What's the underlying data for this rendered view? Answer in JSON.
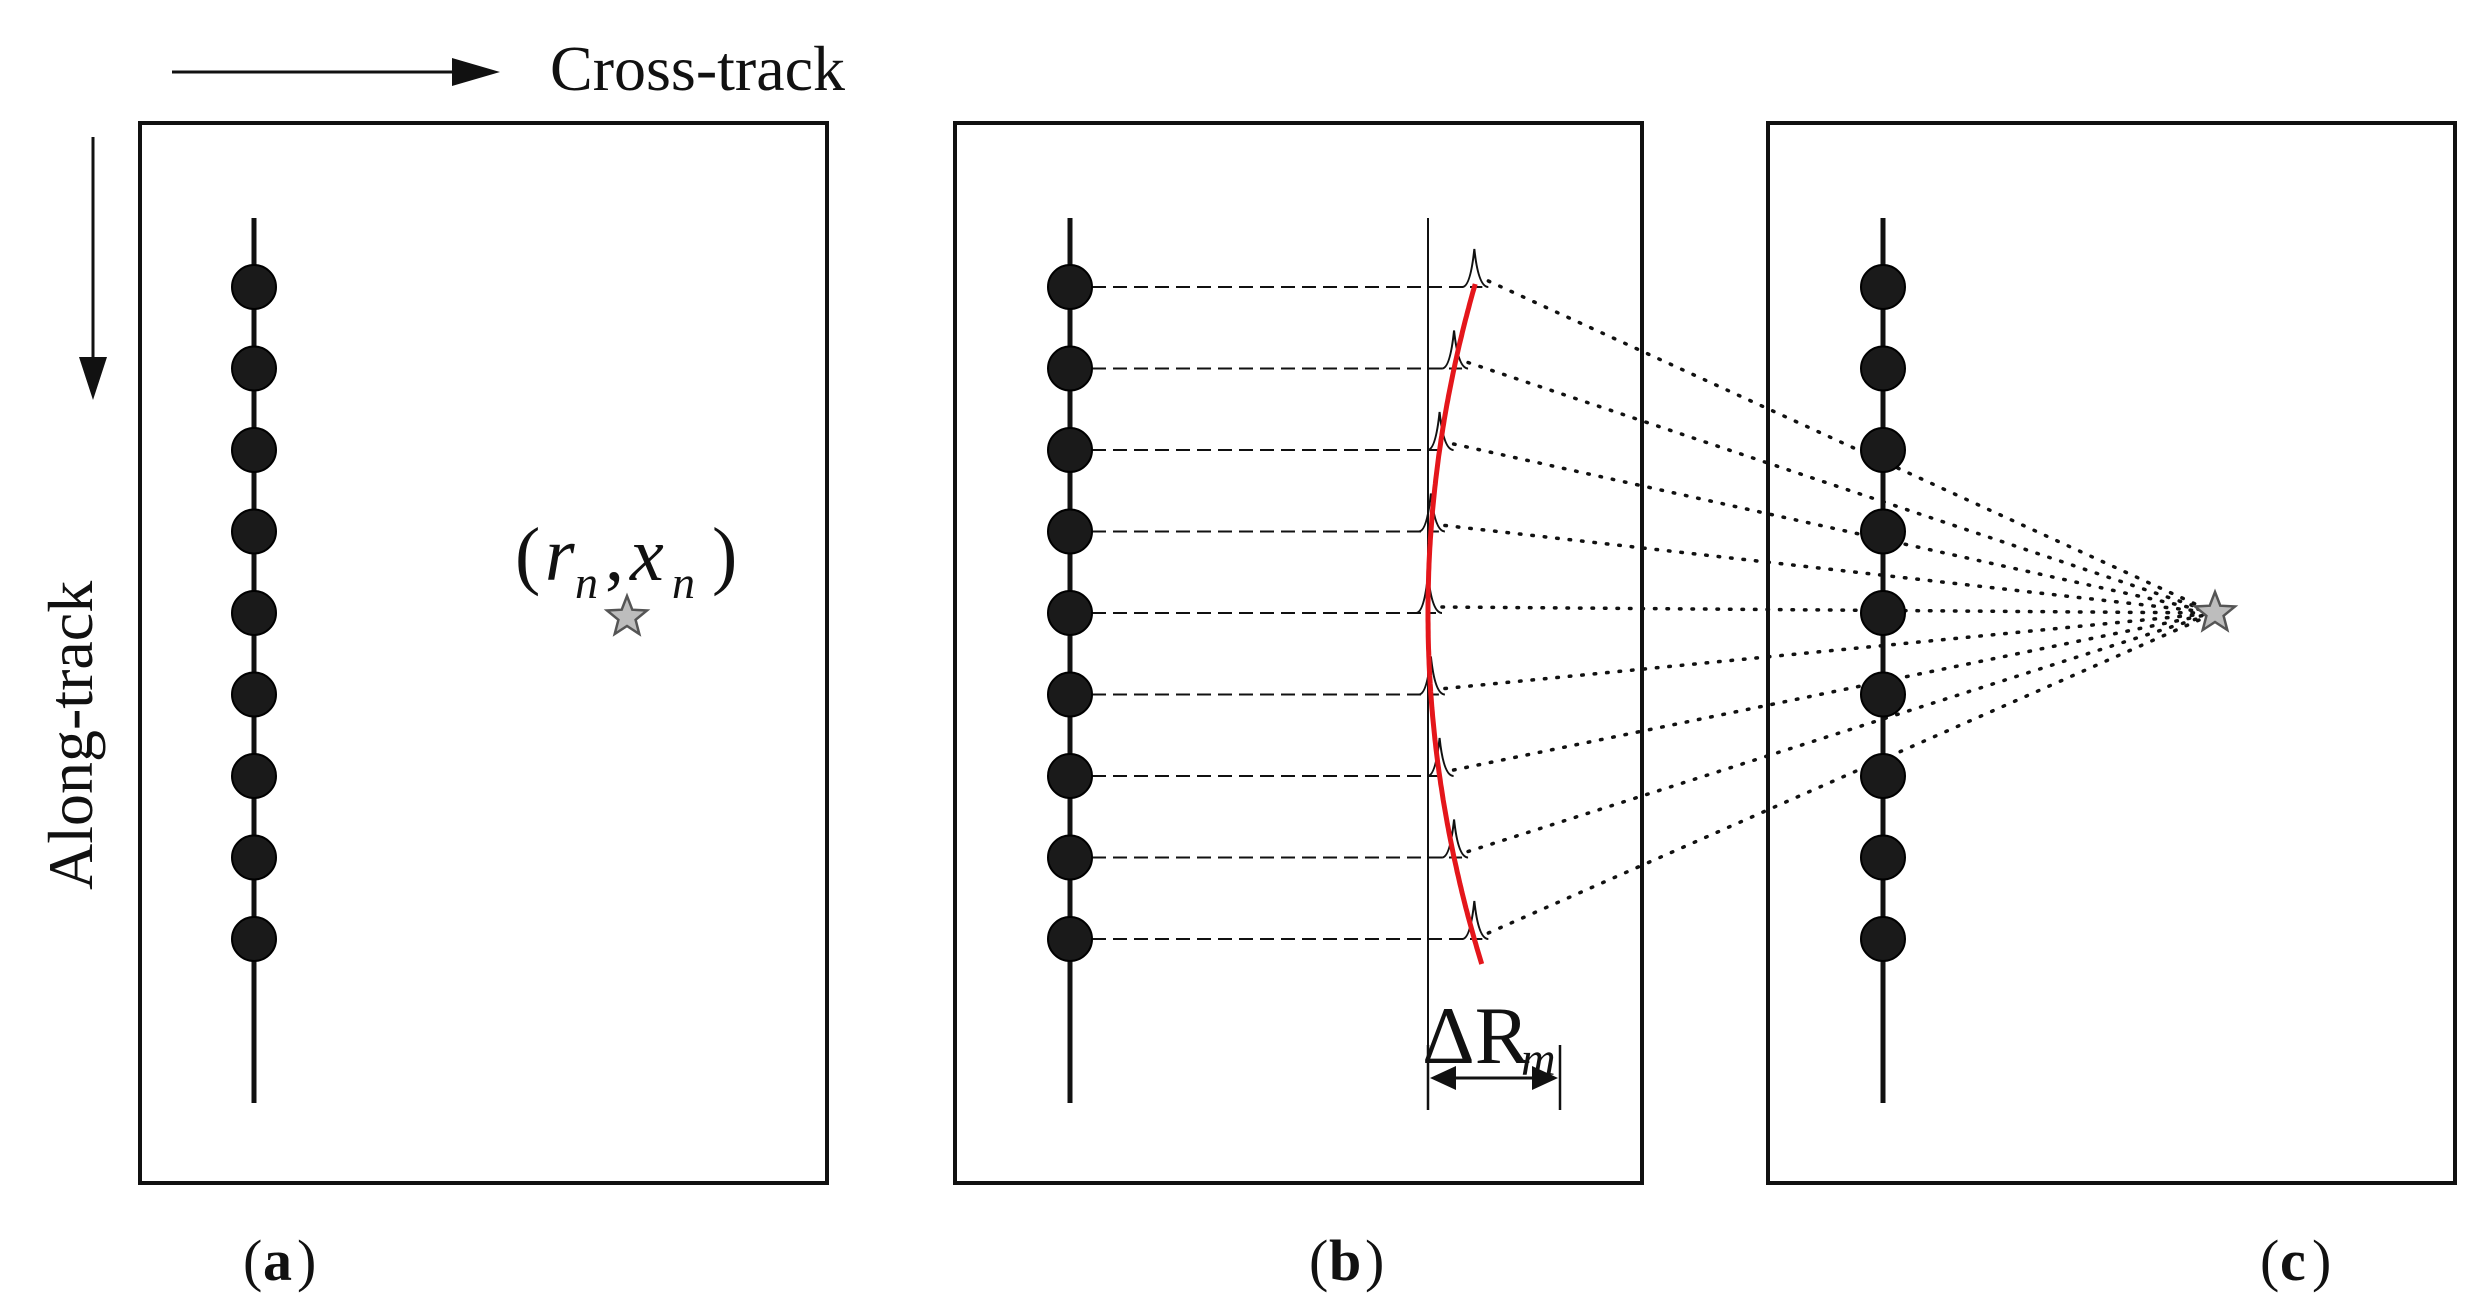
{
  "axes": {
    "cross_track": "Cross-track",
    "along_track": "Along-track"
  },
  "panels": [
    {
      "id": "a",
      "label": "a"
    },
    {
      "id": "b",
      "label": "b"
    },
    {
      "id": "c",
      "label": "c"
    }
  ],
  "target_point": {
    "r": "r",
    "x": "x",
    "sub": "n"
  },
  "range_offset": {
    "symbol": "ΔR",
    "sub": "m"
  },
  "antenna_count": 9,
  "colors": {
    "stroke": "#111111",
    "curve": "#e4161b",
    "star_fill": "#bdbdbd",
    "antenna": "#1a1a1a"
  }
}
